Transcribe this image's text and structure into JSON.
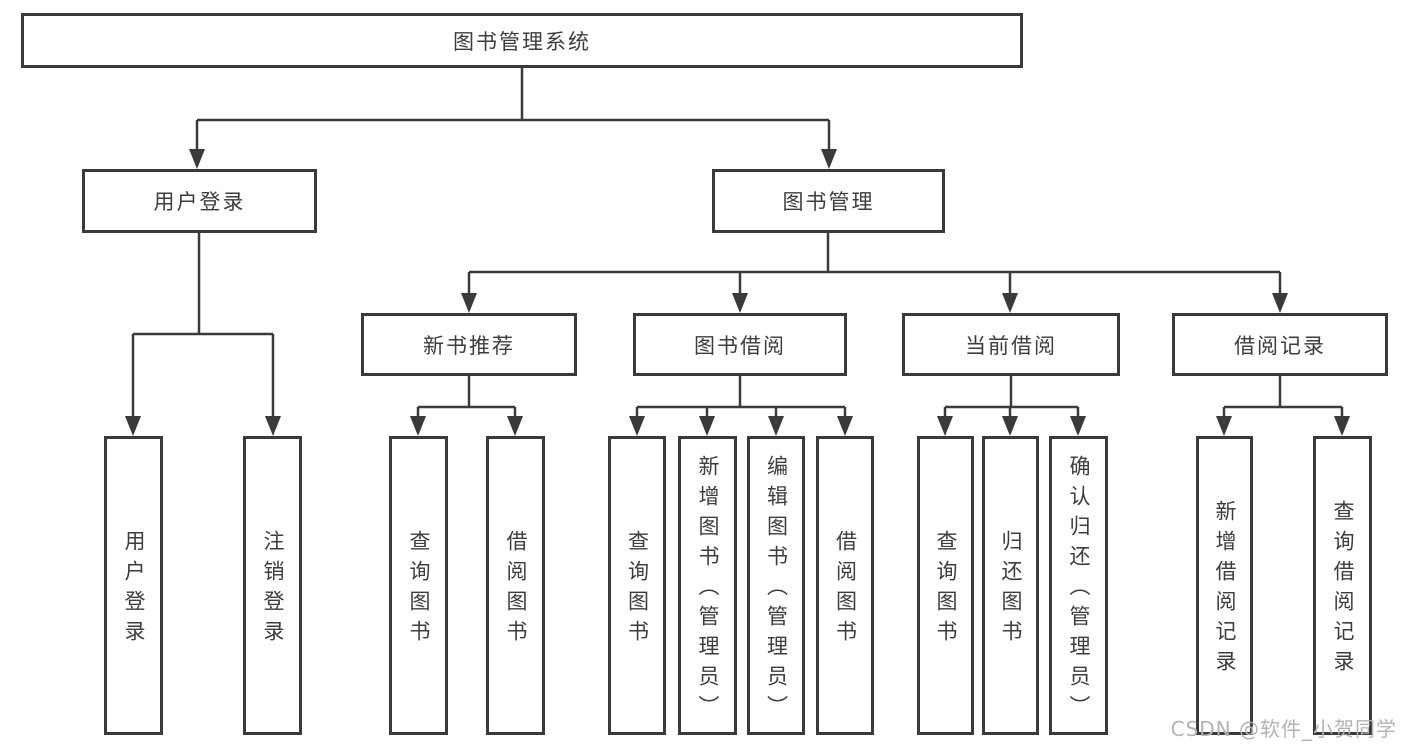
{
  "diagram": {
    "type": "hierarchy",
    "nodes": {
      "root": "图书管理系统",
      "level2": [
        {
          "label": "用户登录",
          "parent": "图书管理系统"
        },
        {
          "label": "图书管理",
          "parent": "图书管理系统"
        }
      ],
      "level3": [
        {
          "label": "新书推荐",
          "parent": "图书管理"
        },
        {
          "label": "图书借阅",
          "parent": "图书管理"
        },
        {
          "label": "当前借阅",
          "parent": "图书管理"
        },
        {
          "label": "借阅记录",
          "parent": "图书管理"
        }
      ],
      "leaves": [
        {
          "label": "用户登录",
          "parent": "用户登录"
        },
        {
          "label": "注销登录",
          "parent": "用户登录"
        },
        {
          "label": "查询图书",
          "parent": "新书推荐"
        },
        {
          "label": "借阅图书",
          "parent": "新书推荐"
        },
        {
          "label": "查询图书",
          "parent": "图书借阅"
        },
        {
          "label": "新增图书（管理员）",
          "parent": "图书借阅"
        },
        {
          "label": "编辑图书（管理员）",
          "parent": "图书借阅"
        },
        {
          "label": "借阅图书",
          "parent": "图书借阅"
        },
        {
          "label": "查询图书",
          "parent": "当前借阅"
        },
        {
          "label": "归还图书",
          "parent": "当前借阅"
        },
        {
          "label": "确认归还（管理员）",
          "parent": "当前借阅"
        },
        {
          "label": "新增借阅记录",
          "parent": "借阅记录"
        },
        {
          "label": "查询借阅记录",
          "parent": "借阅记录"
        }
      ]
    },
    "colors": {
      "line": "#3a3a3a",
      "box_border": "#3a3a3a",
      "text": "#3d3d3d",
      "background": "#ffffff",
      "watermark": "#b3b3b3"
    }
  },
  "watermark": "CSDN @软件_小贺同学"
}
